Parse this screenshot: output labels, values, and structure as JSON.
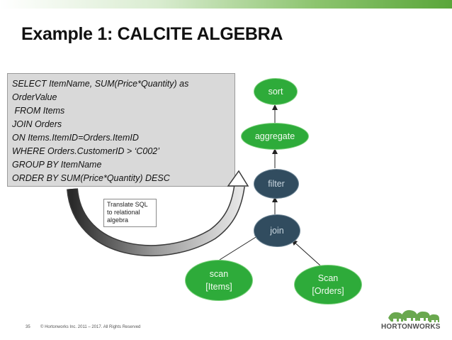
{
  "slide": {
    "title": "Example 1: CALCITE ALGEBRA",
    "page_number": "35",
    "copyright": "© Hortonworks Inc. 2011 – 2017. All Rights Reserved",
    "logo": "HORTONWORKS",
    "logo_icon": "elephant-herd-icon"
  },
  "sql": {
    "lines": [
      "SELECT ItemName, SUM(Price*Quantity) as",
      "OrderValue",
      " FROM Items",
      "JOIN Orders",
      "ON Items.ItemID=Orders.ItemID",
      "WHERE Orders.CustomerID > ‘C002’",
      "GROUP BY ItemName",
      "ORDER BY SUM(Price*Quantity) DESC"
    ]
  },
  "note": {
    "lines": [
      "Translate SQL",
      "to relational",
      "algebra"
    ]
  },
  "nodes": {
    "sort": "sort",
    "aggregate": "aggregate",
    "filter": "filter",
    "join": "join",
    "scan_items": [
      "scan",
      "[Items]"
    ],
    "scan_orders": [
      "Scan",
      "[Orders]"
    ]
  },
  "colors": {
    "green_node": "#2eab3a",
    "dark_node": "#314c5f",
    "sql_box": "#d9d9d9",
    "accent_bar": "#5aa63a"
  }
}
